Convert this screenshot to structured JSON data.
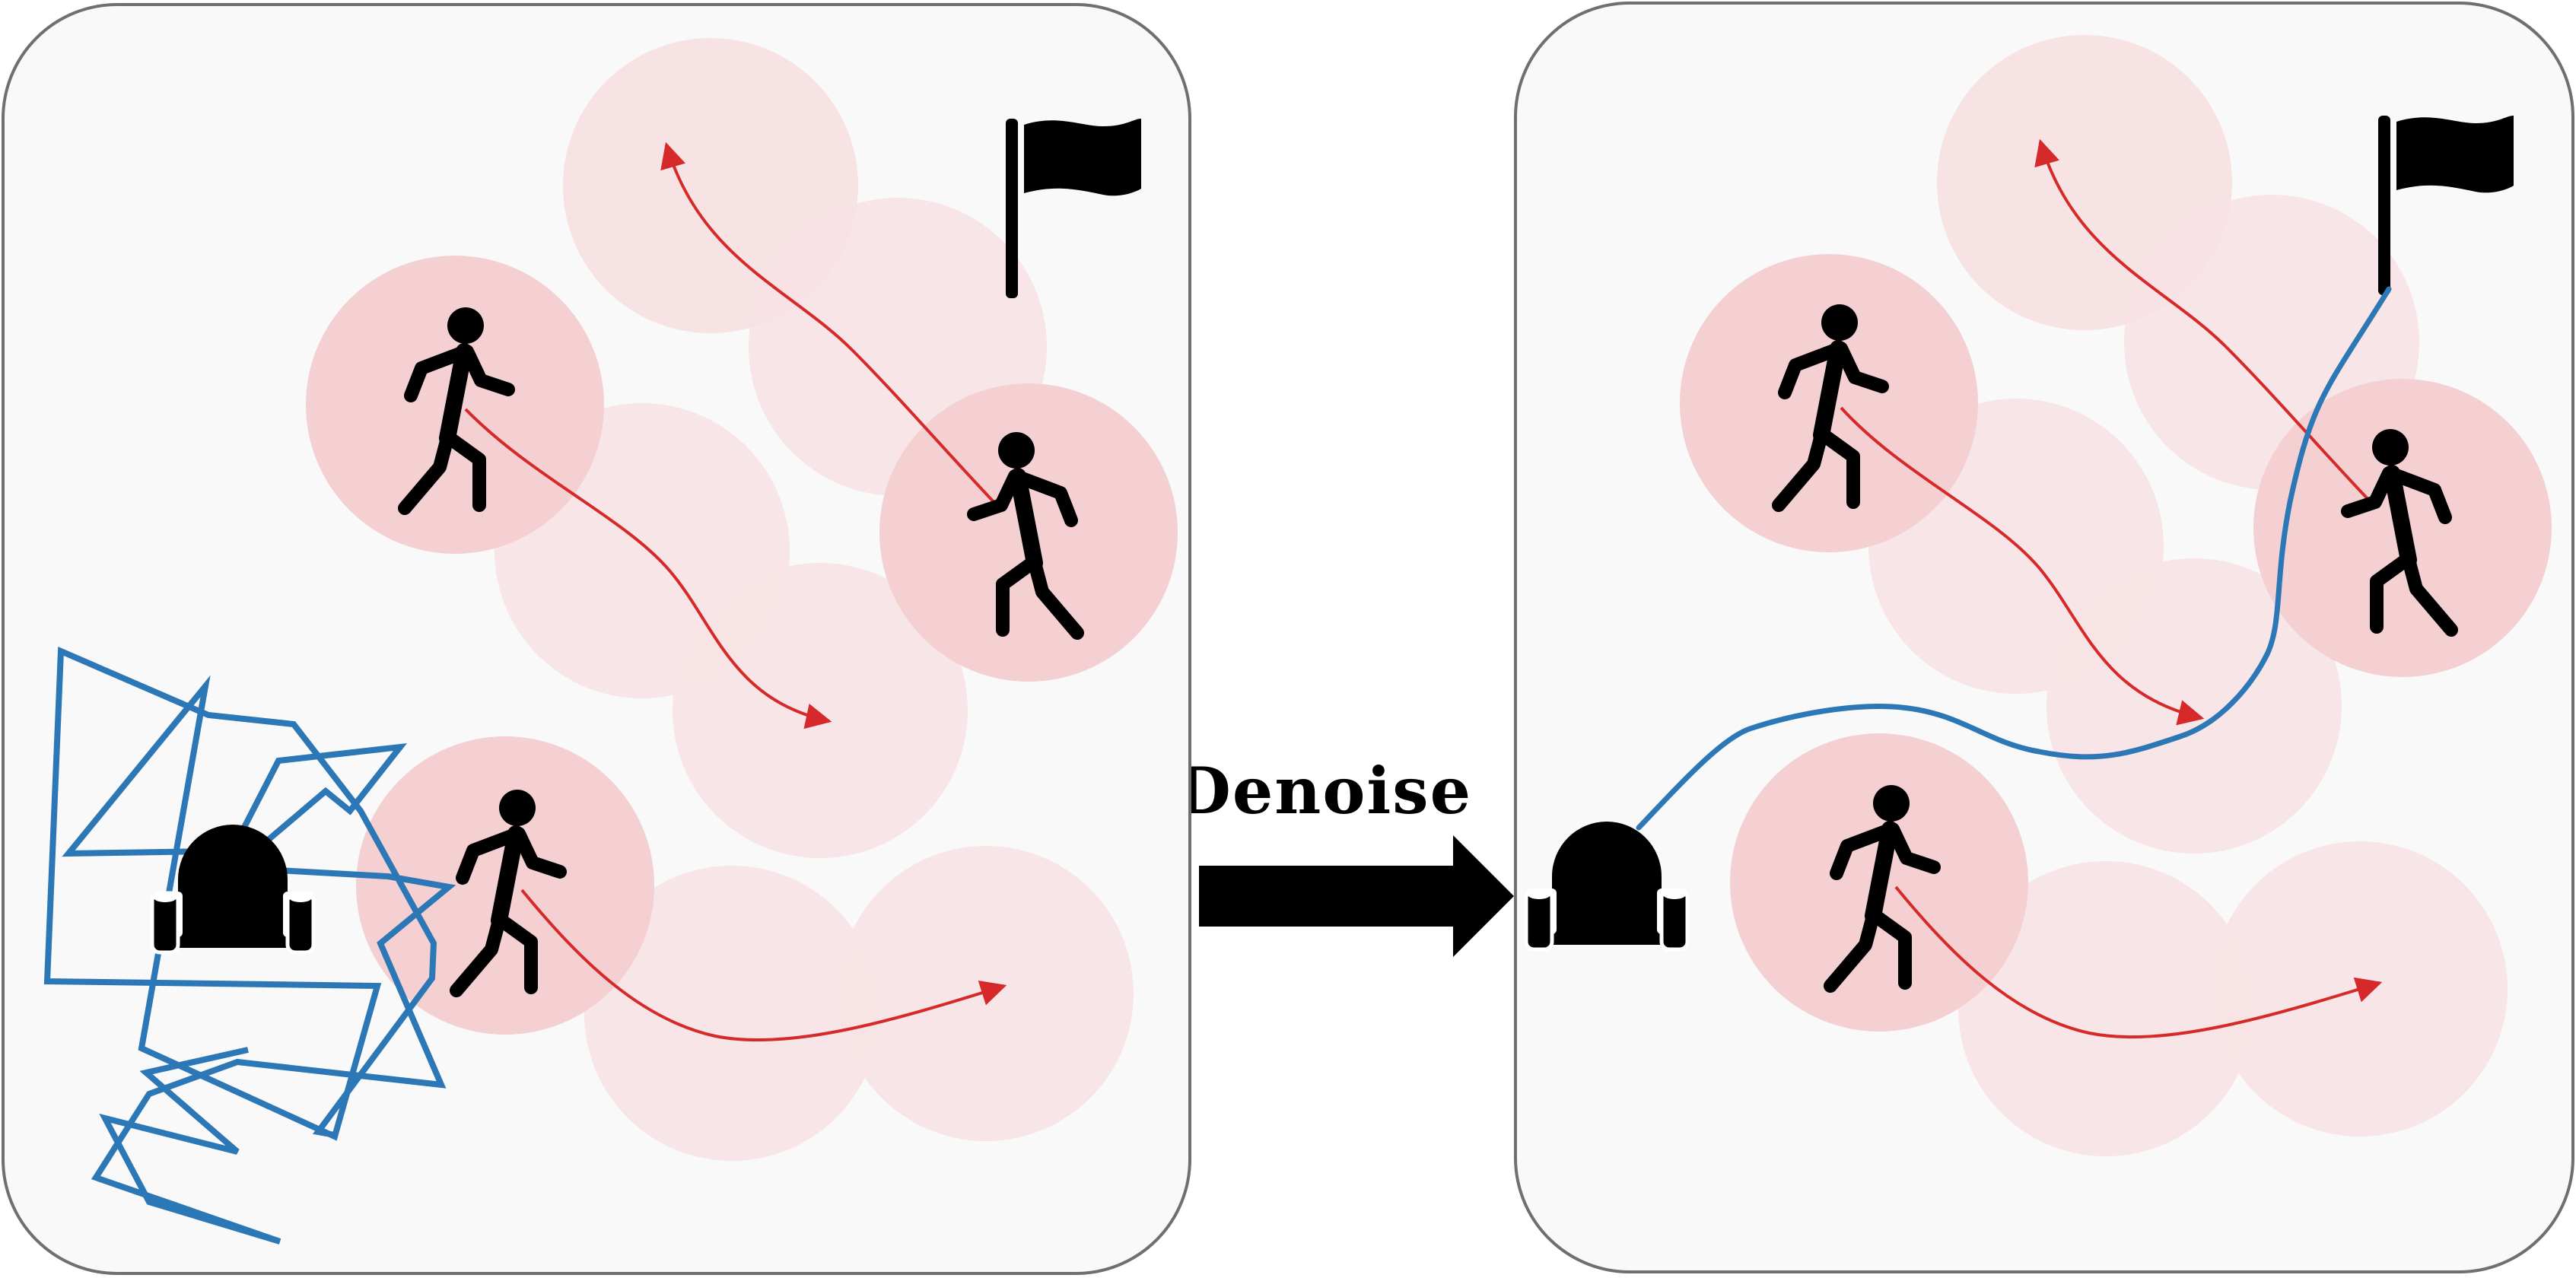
{
  "diagram": {
    "transition_label": "Denoise",
    "colors": {
      "panel_fill": "#f9f9f9",
      "panel_stroke": "#6f6f6f",
      "robot_path": "#2c77b5",
      "pedestrian_motion": "#d62a2a",
      "pedestrian_zone_current": "#f4d0d2",
      "pedestrian_zone_future": "#f7e2e4",
      "icon": "#000000"
    },
    "panels": [
      {
        "name": "noisy-plan-panel",
        "robot_path_style": "jagged"
      },
      {
        "name": "denoised-plan-panel",
        "robot_path_style": "smooth"
      }
    ],
    "icons": [
      "walking-person-icon",
      "robot-icon",
      "goal-flag-icon"
    ]
  }
}
